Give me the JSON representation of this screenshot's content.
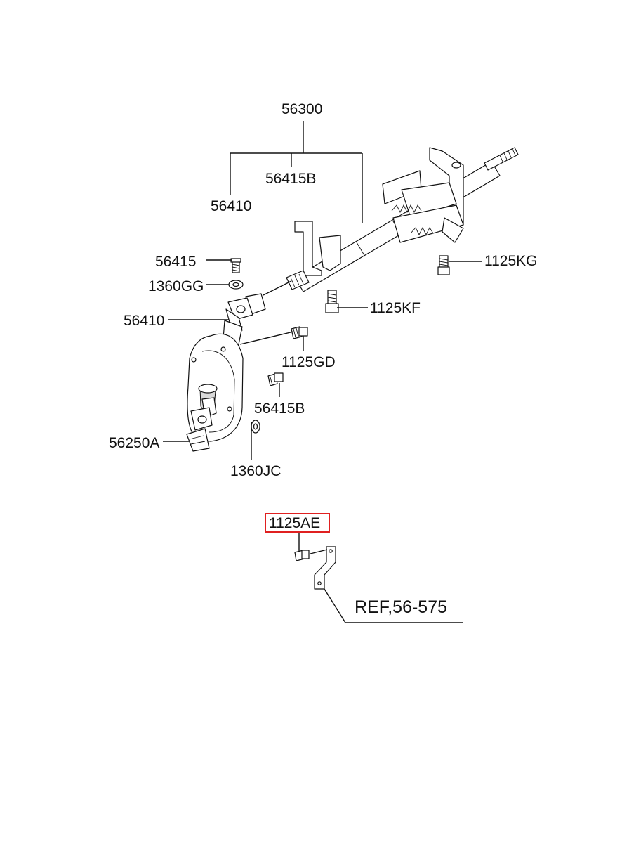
{
  "labels": {
    "p56300": "56300",
    "p56415B_top": "56415B",
    "p56410_top": "56410",
    "p56415": "56415",
    "p1360GG": "1360GG",
    "p56410_mid": "56410",
    "p1125KG": "1125KG",
    "p1125KF": "1125KF",
    "p1125GD": "1125GD",
    "p56415B_mid": "56415B",
    "p56250A": "56250A",
    "p1360JC": "1360JC",
    "p1125AE": "1125AE",
    "ref": "REF,56-575"
  },
  "colors": {
    "highlight": "#e02020",
    "ink": "#111111",
    "background": "#ffffff"
  },
  "highlighted_part": "1125AE"
}
